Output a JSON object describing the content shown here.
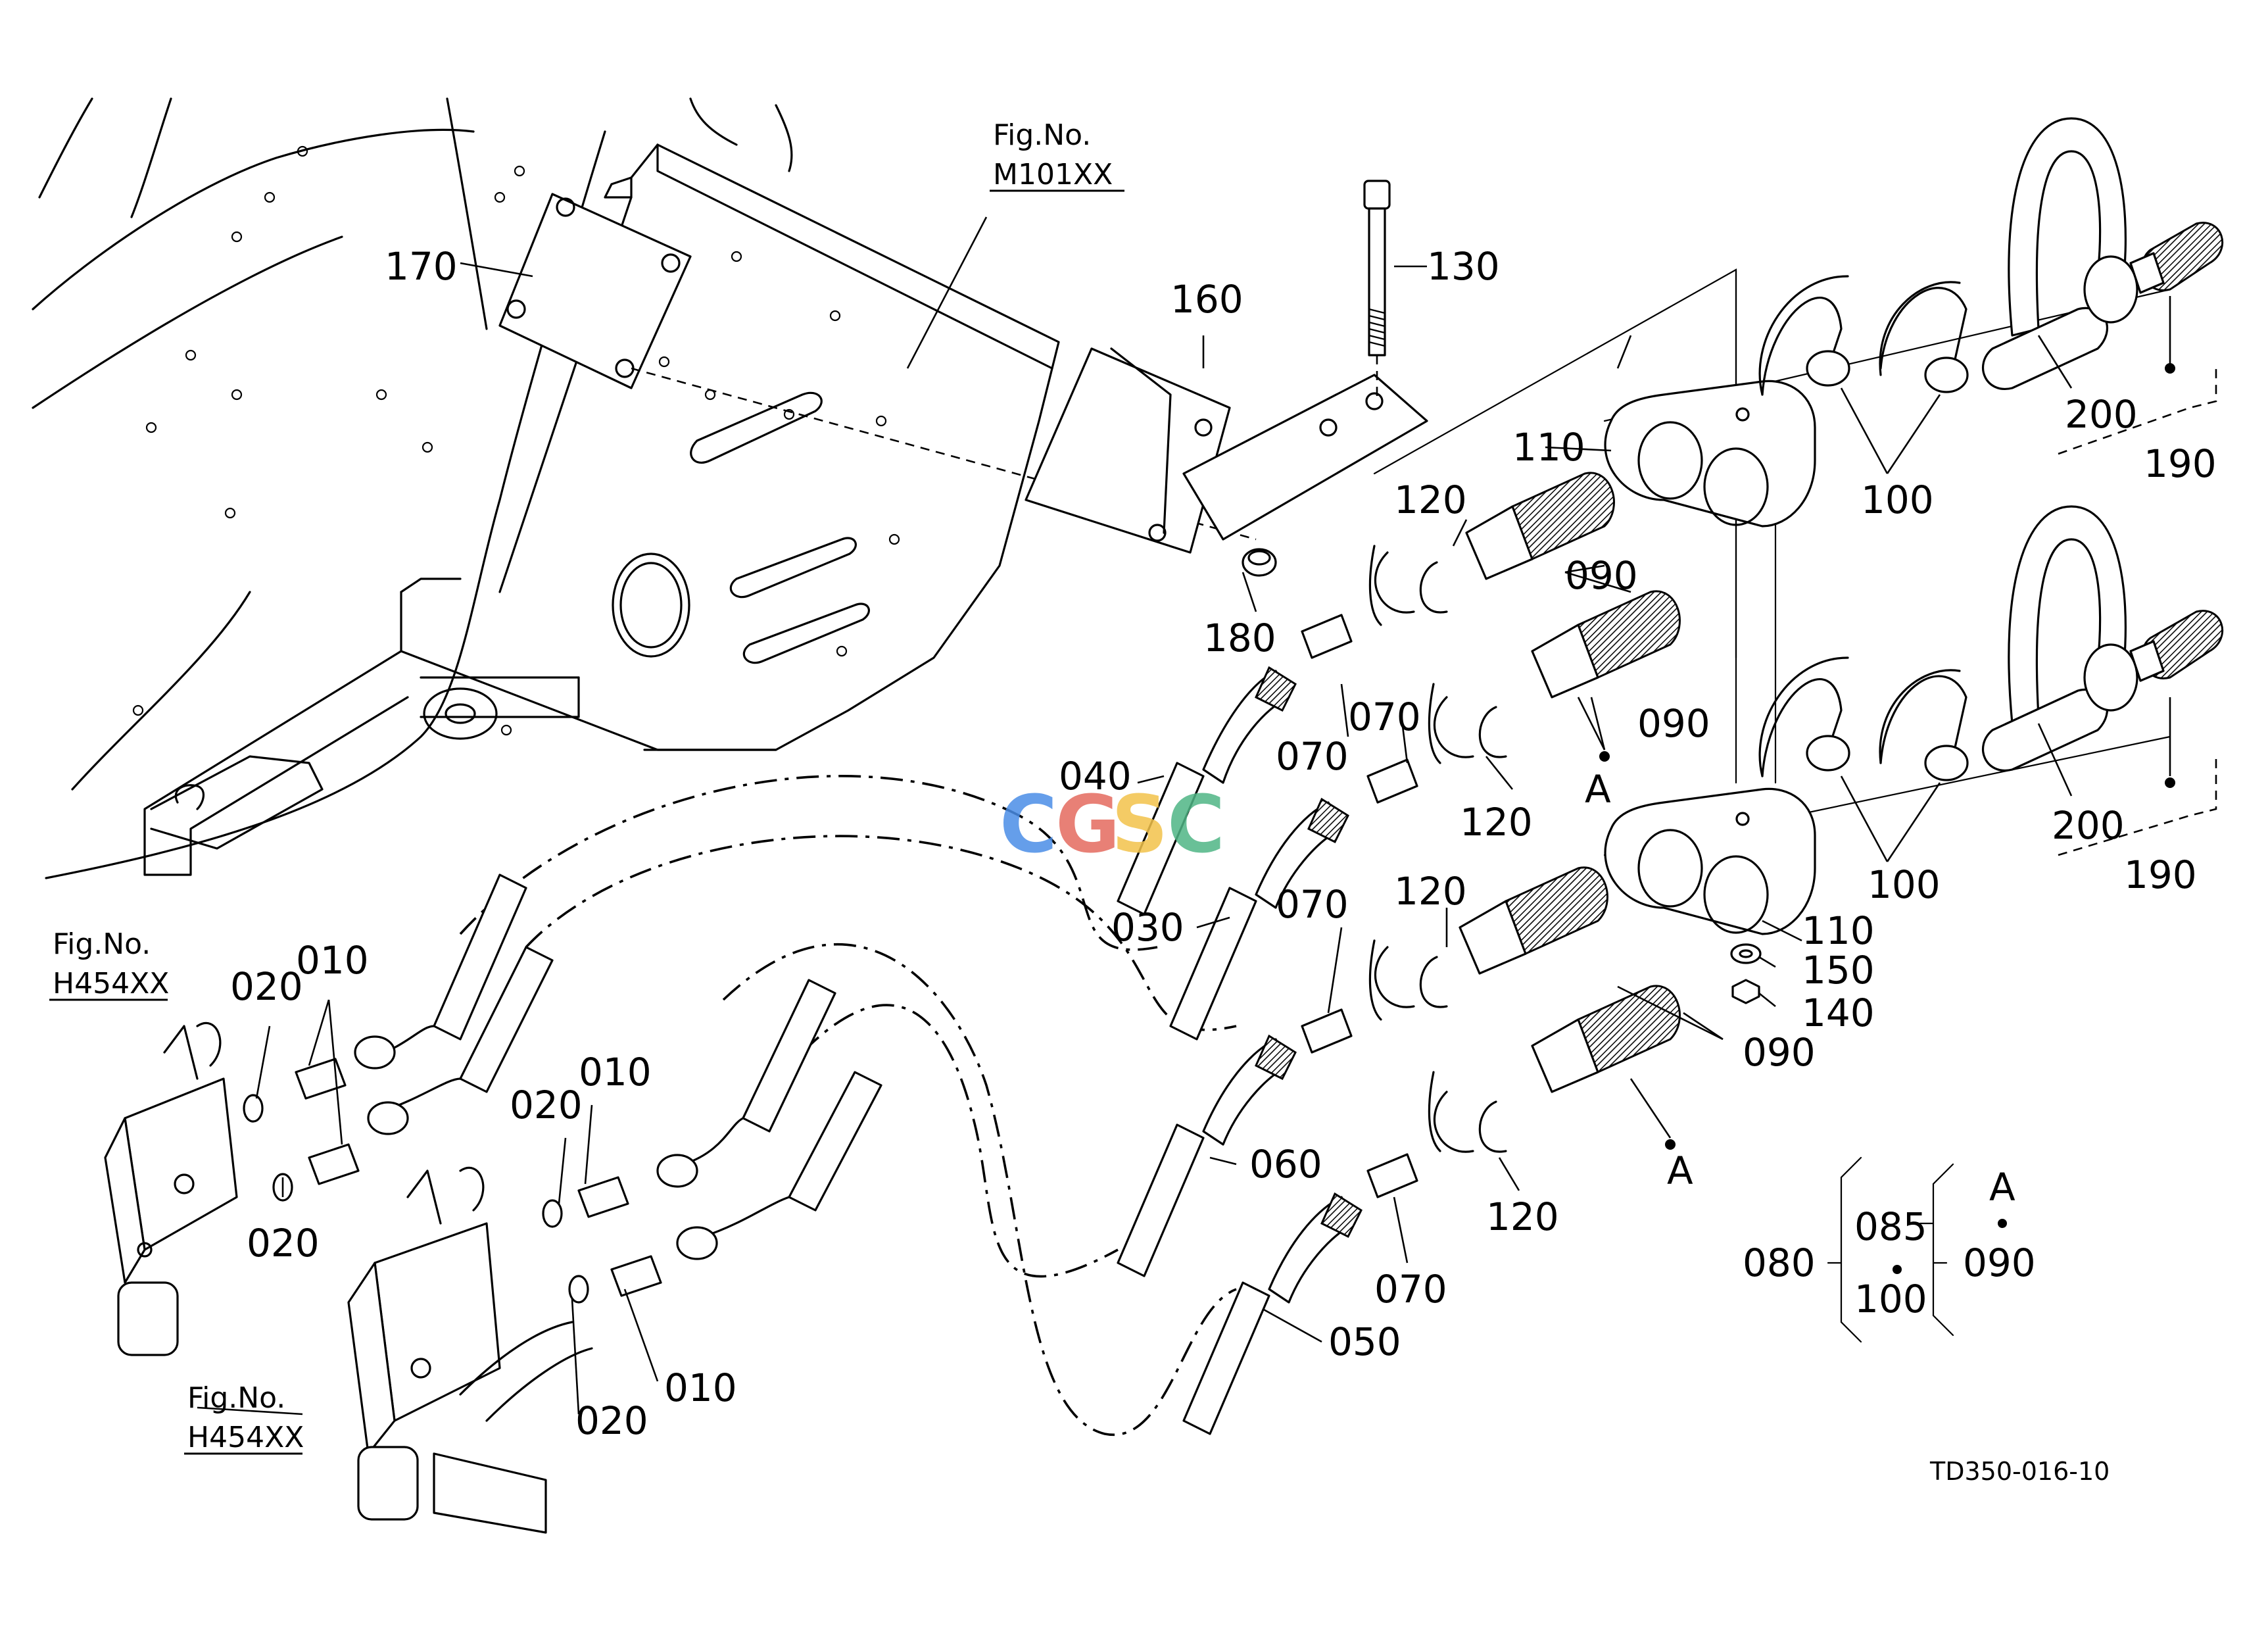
{
  "watermark": {
    "letters": [
      "C",
      "G",
      "S",
      "C"
    ],
    "colors": [
      "#4a8de6",
      "#e46a5e",
      "#f2c24a",
      "#4fb585"
    ]
  },
  "figure_refs": {
    "top": {
      "label": "Fig.No.",
      "code": "M101XX"
    },
    "left": {
      "label": "Fig.No.",
      "code": "H454XX"
    },
    "bottom": {
      "label": "Fig.No.",
      "code": "H454XX"
    }
  },
  "callouts": {
    "p170": "170",
    "p160": "160",
    "p130": "130",
    "p180": "180",
    "p110a": "110",
    "p110b": "110",
    "p120a": "120",
    "p120b": "120",
    "p120c": "120",
    "p120d": "120",
    "p090a": "090",
    "p090b": "090",
    "p090c": "090",
    "p100a": "100",
    "p100b": "100",
    "p200a": "200",
    "p200b": "200",
    "p190a": "190",
    "p190b": "190",
    "p040": "040",
    "p030": "030",
    "p060": "060",
    "p050": "050",
    "p070a": "070",
    "p070b": "070",
    "p070c": "070",
    "p070d": "070",
    "p010a": "010",
    "p010b": "010",
    "p010c": "010",
    "p020a": "020",
    "p020b": "020",
    "p020c": "020",
    "p020d": "020",
    "p150": "150",
    "p140": "140",
    "markA1": "A",
    "markA2": "A"
  },
  "legend": {
    "left": "080",
    "top": "085",
    "bottom": "100",
    "ref_mark": "A",
    "ref_part": "090"
  },
  "drawing_code": "TD350-016-10"
}
